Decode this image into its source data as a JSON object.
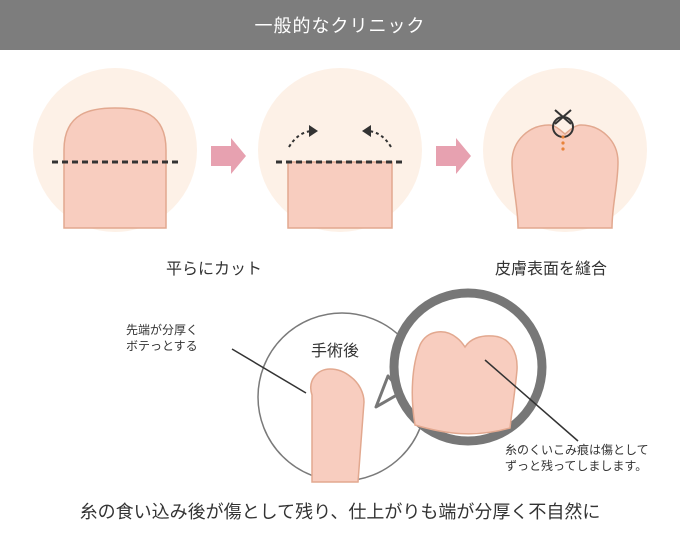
{
  "header": {
    "title": "一般的なクリニック"
  },
  "steps": [
    {
      "label": ""
    },
    {
      "label": "平らにカット"
    },
    {
      "label": "皮膚表面を縫合"
    }
  ],
  "detail": {
    "title": "手術後",
    "note_left": [
      "先端が分厚く",
      "ボテっとする"
    ],
    "note_right": [
      "糸のくいこみ痕は傷として",
      "ずっと残ってしまします。"
    ]
  },
  "caption": "糸の食い込み後が傷として残り、仕上がりも端が分厚く不自然に",
  "colors": {
    "header_bg": "#7d7d7d",
    "circle_bg": "#fdf1e7",
    "skin": "#f8cdbf",
    "skin_outline": "#e2a88f",
    "arrow": "#e7a1b0",
    "magnifier_ring": "#777777"
  }
}
